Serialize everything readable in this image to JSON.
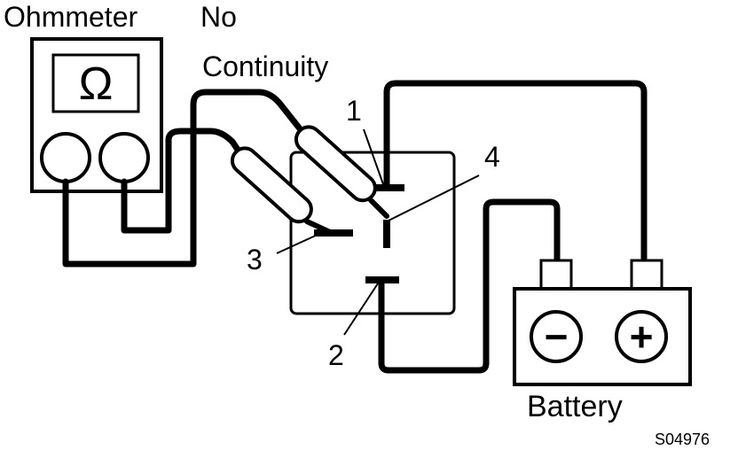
{
  "labels": {
    "ohmmeter": "Ohmmeter",
    "no": "No",
    "continuity": "Continuity",
    "omega": "Ω",
    "terminal_1": "1",
    "terminal_2": "2",
    "terminal_3": "3",
    "terminal_4": "4",
    "battery": "Battery",
    "minus": "−",
    "plus": "+",
    "figure_code": "S04976"
  }
}
